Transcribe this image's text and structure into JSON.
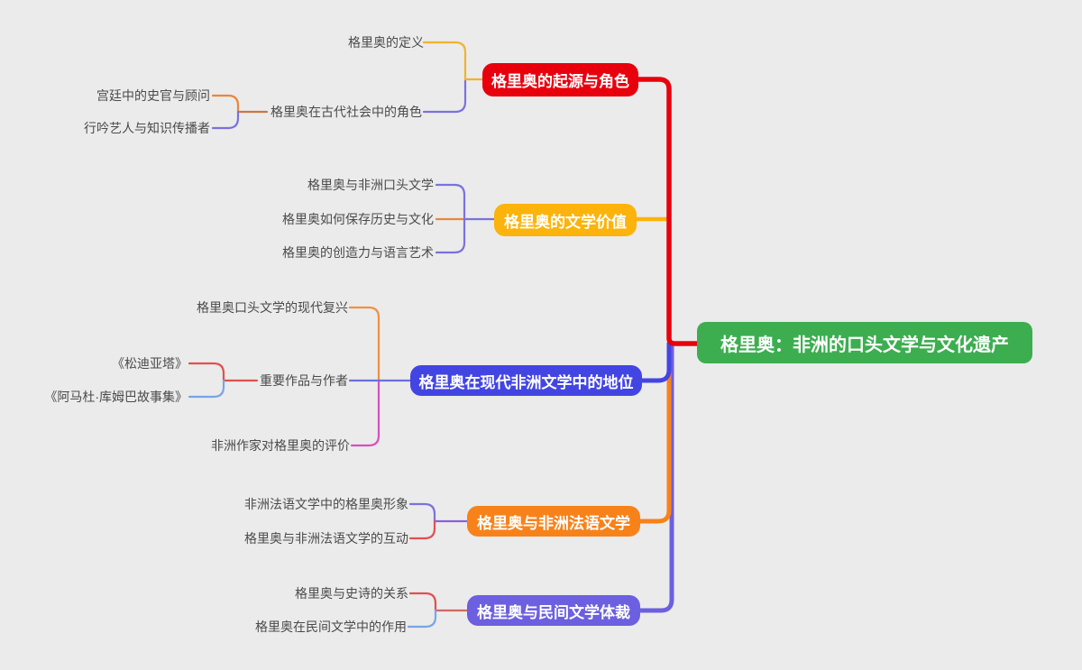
{
  "colors": {
    "background": "#ebebeb",
    "node_text": "#ffffff",
    "label_text": "#4a4a4a",
    "center_bg": "#3cae50",
    "branch_red": "#e8000d",
    "branch_yellow": "#fcb30b",
    "branch_blue": "#4345e3",
    "branch_orange": "#f8821a",
    "branch_purple": "#6c5fe0",
    "edge_gold": "#f0b32e",
    "edge_periwinkle": "#7a72dd",
    "edge_brown_orange": "#c87848",
    "edge_orange": "#e8873c",
    "edge_orange_light": "#f09040",
    "edge_red": "#e05050",
    "edge_blue": "#6a6fe0",
    "edge_sky": "#76a5e8",
    "edge_magenta": "#d650c0",
    "edge_violet": "#8a63d6",
    "edge_maroon": "#cd6a66"
  },
  "mindmap": {
    "center": {
      "label": "格里奥：非洲的口头文学与文化遗产"
    },
    "branches": [
      {
        "label": "格里奥的起源与角色",
        "children": [
          {
            "label": "格里奥的定义"
          },
          {
            "label": "格里奥在古代社会中的角色",
            "children": [
              {
                "label": "宫廷中的史官与顾问"
              },
              {
                "label": "行吟艺人与知识传播者"
              }
            ]
          }
        ]
      },
      {
        "label": "格里奥的文学价值",
        "children": [
          {
            "label": "格里奥与非洲口头文学"
          },
          {
            "label": "格里奥如何保存历史与文化"
          },
          {
            "label": "格里奥的创造力与语言艺术"
          }
        ]
      },
      {
        "label": "格里奥在现代非洲文学中的地位",
        "children": [
          {
            "label": "格里奥口头文学的现代复兴"
          },
          {
            "label": "重要作品与作者",
            "children": [
              {
                "label": "《松迪亚塔》"
              },
              {
                "label": "《阿马杜·库姆巴故事集》"
              }
            ]
          },
          {
            "label": "非洲作家对格里奥的评价"
          }
        ]
      },
      {
        "label": "格里奥与非洲法语文学",
        "children": [
          {
            "label": "非洲法语文学中的格里奥形象"
          },
          {
            "label": "格里奥与非洲法语文学的互动"
          }
        ]
      },
      {
        "label": "格里奥与民间文学体裁",
        "children": [
          {
            "label": "格里奥与史诗的关系"
          },
          {
            "label": "格里奥在民间文学中的作用"
          }
        ]
      }
    ]
  }
}
